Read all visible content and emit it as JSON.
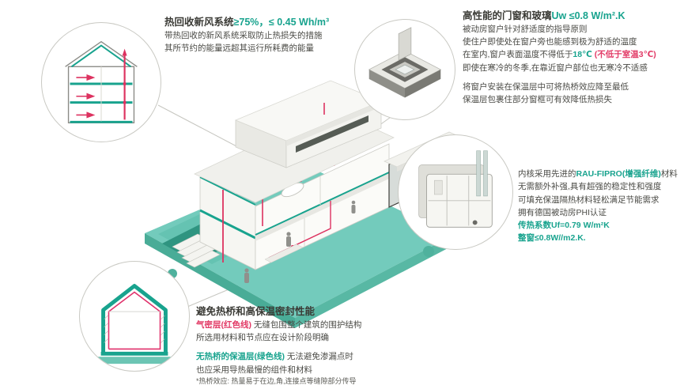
{
  "colors": {
    "accent_green": "#18A38E",
    "accent_red": "#E23A66",
    "platform_teal": "#73CBBC"
  },
  "ventilation": {
    "title_black": "热回收新风系统",
    "title_green": "≥75%，≤ 0.45 Wh/m³",
    "line1": "带热回收的新风系统采取防止热损失的措施",
    "line2": "其所节约的能量远超其运行所耗费的能量"
  },
  "windows": {
    "title_black": "高性能的门窗和玻璃",
    "title_green": "Uw ≤0.8 W/m².K",
    "line1": "被动房窗户针对舒适度的指导原则",
    "line2": "使住户即使处在窗户旁也能感到极为舒适的温度",
    "line3_pre": "在室内,窗户表面温度不得低于",
    "line3_green": "18℃",
    "line3_red": " (不低于室温3℃)",
    "line4": "即使在寒冷的冬季,在靠近窗户部位也无寒冷不适感",
    "line5": "将窗户安装在保温层中可将热桥效应降至最低",
    "line6": "保温层包裹住部分窗框可有效降低热损失"
  },
  "profile": {
    "line1_pre": "内核采用先进的",
    "line1_green": "RAU-FIPRO(增强纤维)",
    "line1_post": "材料",
    "line2": "无需额外补强,具有超强的稳定性和强度",
    "line3": "可填充保温隔热材料轻松满足节能需求",
    "line4": "拥有德国被动房PHI认证",
    "line5": "传热系数Uf=0.79 W/m²K",
    "line6": "整窗≤0.8W//m2.K."
  },
  "insulation": {
    "title": "避免热桥和高保温密封性能",
    "line1_red": "气密层(红色线)",
    "line1_post": " 无缝包围整个建筑的围护结构",
    "line2": "所选用材料和节点应在设计阶段明确",
    "line3_green": "无热桥的保温层(绿色线)",
    "line3_post": " 无法避免渗漏点时",
    "line4": "也应采用导热最慢的组件和材料",
    "footnote": "*热桥效应: 热量易于在边,角,连接点等缝隙部分传导"
  }
}
